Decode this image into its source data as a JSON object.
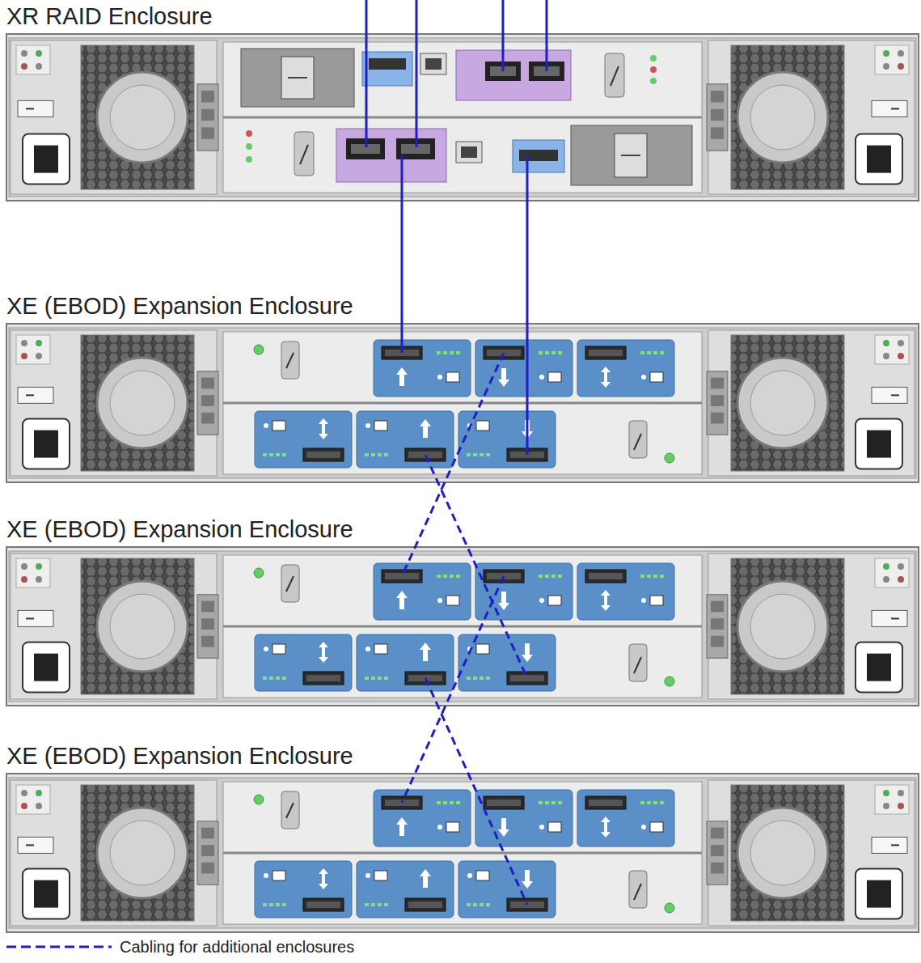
{
  "diagram": {
    "nodes": [
      {
        "text": [
          "XR RAID Enclosure"
        ]
      },
      {
        "text": [
          "XE (EBOD) Expansion Enclosure"
        ]
      },
      {
        "text": [
          "XE (EBOD) Expansion Enclosure"
        ]
      },
      {
        "text": [
          "XE (EBOD) Expansion Enclosure"
        ]
      }
    ],
    "edges": [
      {
        "from": 0,
        "to": 1,
        "arrow": "none"
      },
      {
        "from": 0,
        "to": 1,
        "arrow": "none"
      },
      {
        "from": 1,
        "to": 2,
        "arrow": "none"
      },
      {
        "from": 1,
        "to": 2,
        "arrow": "none"
      },
      {
        "from": 2,
        "to": 3,
        "arrow": "none"
      },
      {
        "from": 2,
        "to": 3,
        "arrow": "none"
      }
    ],
    "legend": [
      {
        "text": "Cabling for additional enclosures"
      }
    ]
  }
}
